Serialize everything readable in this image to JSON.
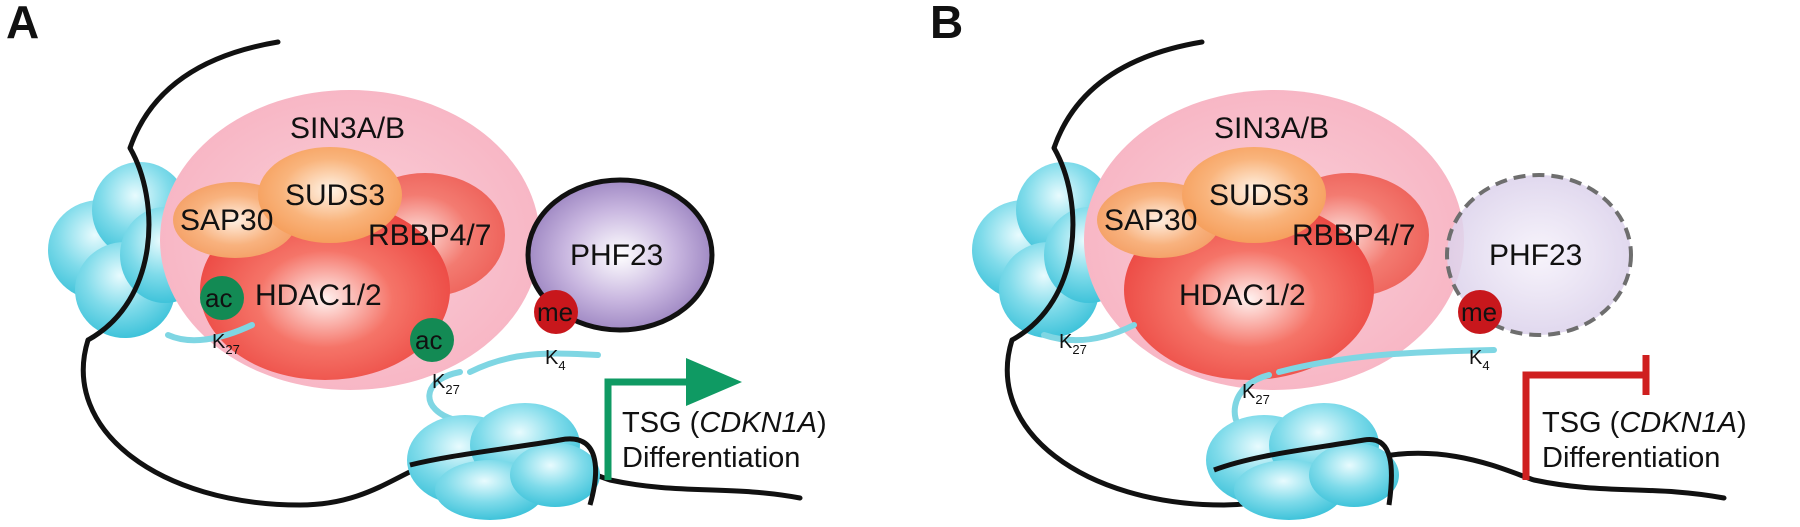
{
  "panels": [
    {
      "letter": "A",
      "complex_title": "SIN3A/B",
      "proteins": {
        "sap": "SAP30",
        "suds": "SUDS3",
        "rbbp": "RBBP4/7",
        "hdac": "HDAC1/2",
        "phf": "PHF23"
      },
      "marks": {
        "ac": "ac",
        "me": "me"
      },
      "sites": {
        "k": "K",
        "k27": "27",
        "k4": "4"
      },
      "outcome": {
        "gene_prefix": "TSG (",
        "gene": "CDKN1A",
        "gene_suffix": ")",
        "line2": "Differentiation"
      },
      "state": "activated",
      "colors": {
        "arrow": "#0f9a63",
        "acetyl": "#138a54"
      }
    },
    {
      "letter": "B",
      "complex_title": "SIN3A/B",
      "proteins": {
        "sap": "SAP30",
        "suds": "SUDS3",
        "rbbp": "RBBP4/7",
        "hdac": "HDAC1/2",
        "phf": "PHF23"
      },
      "marks": {
        "me": "me"
      },
      "sites": {
        "k": "K",
        "k27": "27",
        "k4": "4"
      },
      "outcome": {
        "gene_prefix": "TSG (",
        "gene": "CDKN1A",
        "gene_suffix": ")",
        "line2": "Differentiation"
      },
      "state": "repressed",
      "colors": {
        "arrow": "#cf1f1f"
      }
    }
  ],
  "colors": {
    "complex_bg": "#f7b8c6",
    "hdac": "#f0504a",
    "rbbp": "#ee6a63",
    "sap": "#f6a56c",
    "suds": "#f8a460",
    "phf_active": "#a68ec9",
    "phf_faded": "#d9cfe8",
    "methyl": "#c8171c",
    "nucleosome": "#5fd0e2",
    "tail": "#7fd6e3",
    "dna": "#111111"
  }
}
